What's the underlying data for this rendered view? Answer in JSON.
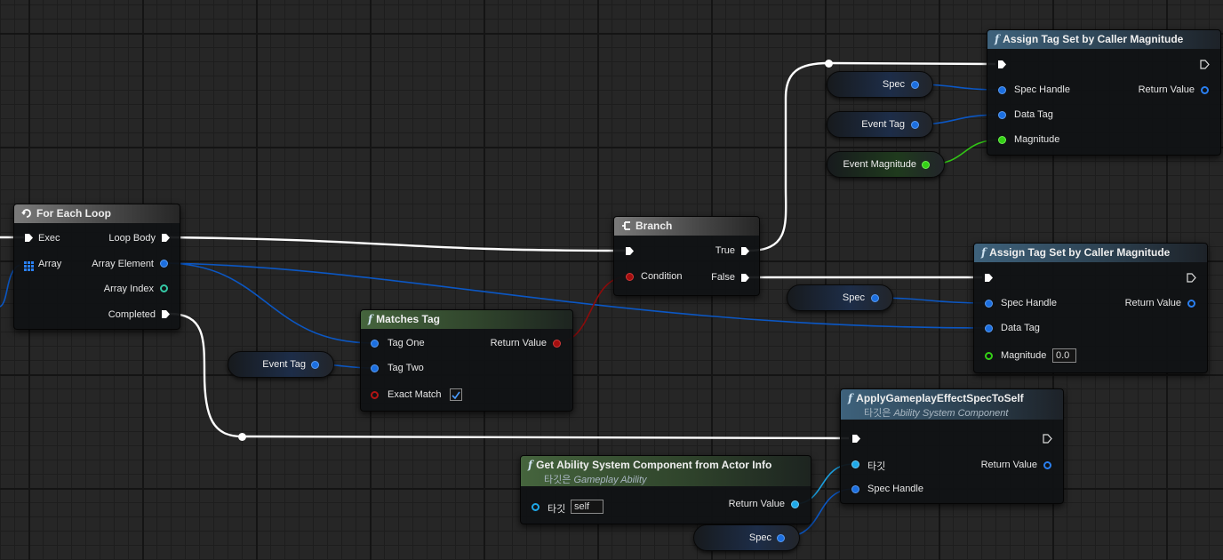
{
  "for_each": {
    "title": "For Each Loop",
    "exec": "Exec",
    "loop_body": "Loop Body",
    "array": "Array",
    "array_element": "Array Element",
    "array_index": "Array Index",
    "completed": "Completed"
  },
  "matches_tag": {
    "title": "Matches Tag",
    "tag_one": "Tag One",
    "tag_two": "Tag Two",
    "exact_match": "Exact Match",
    "return_value": "Return Value",
    "exact_match_checked": true
  },
  "branch": {
    "title": "Branch",
    "condition": "Condition",
    "true_label": "True",
    "false_label": "False"
  },
  "assign_top": {
    "title": "Assign Tag Set by Caller Magnitude",
    "spec_handle": "Spec Handle",
    "data_tag": "Data Tag",
    "magnitude": "Magnitude",
    "return_value": "Return Value"
  },
  "assign_mid": {
    "title": "Assign Tag Set by Caller Magnitude",
    "spec_handle": "Spec Handle",
    "data_tag": "Data Tag",
    "magnitude": "Magnitude",
    "magnitude_value": "0.0",
    "return_value": "Return Value"
  },
  "apply_effect": {
    "title": "ApplyGameplayEffectSpecToSelf",
    "subtitle_prefix": "타깃은",
    "subtitle_class": "Ability System Component",
    "target": "타깃",
    "spec_handle": "Spec Handle",
    "return_value": "Return Value"
  },
  "get_asc": {
    "title": "Get Ability System Component from Actor Info",
    "subtitle_prefix": "타깃은",
    "subtitle_class": "Gameplay Ability",
    "target": "타깃",
    "target_value": "self",
    "return_value": "Return Value"
  },
  "variables": {
    "spec_top": "Spec",
    "event_tag_top": "Event Tag",
    "event_magnitude": "Event Magnitude",
    "spec_mid": "Spec",
    "event_tag_left": "Event Tag",
    "spec_bottom": "Spec"
  },
  "icons": {
    "function": "function-icon",
    "loop": "loop-icon",
    "branch": "branch-icon",
    "array": "array-grid-icon"
  },
  "colors": {
    "exec_wire": "#ffffff",
    "struct_wire": "#0b57c4",
    "bool_wire": "#8c0b0b",
    "float_wire": "#31c515",
    "object_wire": "#1a9fe0"
  }
}
